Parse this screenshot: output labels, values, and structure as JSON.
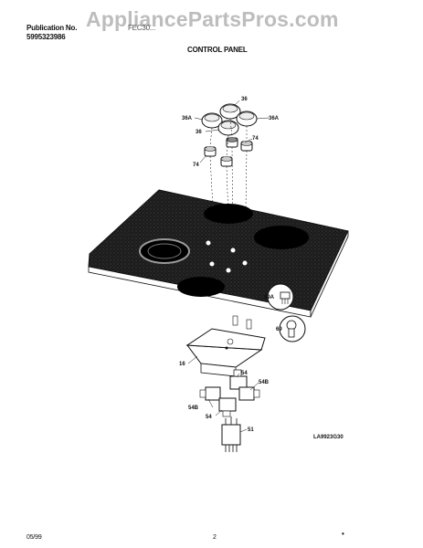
{
  "header": {
    "publication_label": "Publication No.",
    "publication_number": "5995323986",
    "model_code": "FEC30...",
    "section_title": "CONTROL PANEL"
  },
  "watermark": "AppliancePartsPros.com",
  "drawing_code": "LA9923G30",
  "footer": {
    "date": "05/99",
    "page": "2",
    "mark": "•"
  },
  "callouts": {
    "c36_top": "36",
    "c36a_left": "36A",
    "c36a_right": "36A",
    "c36_mid": "36",
    "c74_right": "74",
    "c74_left": "74",
    "c69a": "69A",
    "c69": "69",
    "c16": "16",
    "c54_top": "54",
    "c54b_right": "54B",
    "c54b_left": "54B",
    "c54_bottom": "54",
    "c51": "51"
  },
  "colors": {
    "ink": "#111111",
    "glass": "#1b1b1b",
    "watermark": "#bdbdbd",
    "paper": "#ffffff"
  }
}
